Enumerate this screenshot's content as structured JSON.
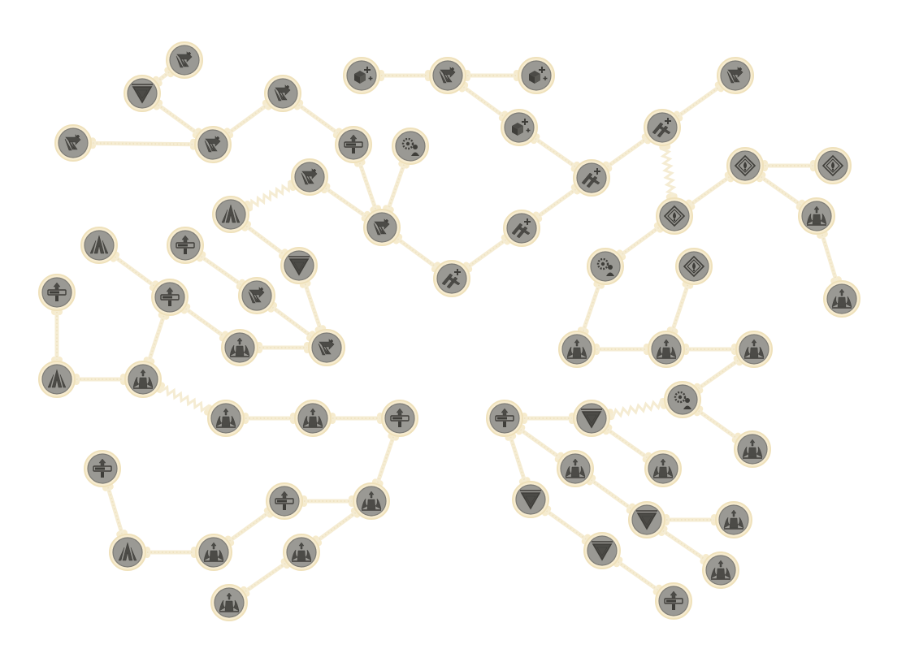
{
  "tree": {
    "colors": {
      "link": "#f5ecd3",
      "node_ring": "#f7ecd0",
      "node_core": "#9a9994",
      "glyph": "#4c4b47"
    },
    "nodes": [
      {
        "id": "n1",
        "icon": "leap-arrow-icon"
      },
      {
        "id": "n2",
        "icon": "triangle-crest-icon"
      },
      {
        "id": "n3",
        "icon": "leap-arrow-icon"
      },
      {
        "id": "n4",
        "icon": "leap-arrow-icon"
      },
      {
        "id": "n5",
        "icon": "leap-arrow-icon"
      },
      {
        "id": "n6",
        "icon": "energy-bar-icon"
      },
      {
        "id": "n7",
        "icon": "leap-arrow-icon"
      },
      {
        "id": "n8",
        "icon": "gear-figure-icon"
      },
      {
        "id": "n9",
        "icon": "leap-arrow-icon"
      },
      {
        "id": "n10",
        "icon": "spire-icon"
      },
      {
        "id": "n11",
        "icon": "triangle-crest-icon"
      },
      {
        "id": "n12",
        "icon": "spire-icon"
      },
      {
        "id": "n13",
        "icon": "energy-bar-icon"
      },
      {
        "id": "n14",
        "icon": "energy-bar-icon"
      },
      {
        "id": "n15",
        "icon": "leap-arrow-icon"
      },
      {
        "id": "n16",
        "icon": "energy-bar-icon"
      },
      {
        "id": "n17",
        "icon": "flame-tower-icon"
      },
      {
        "id": "n18",
        "icon": "leap-arrow-icon"
      },
      {
        "id": "n19",
        "icon": "spire-icon"
      },
      {
        "id": "n20",
        "icon": "flame-tower-icon"
      },
      {
        "id": "n21",
        "icon": "flame-tower-icon"
      },
      {
        "id": "n22",
        "icon": "flame-tower-icon"
      },
      {
        "id": "n23",
        "icon": "energy-bar-icon"
      },
      {
        "id": "n24",
        "icon": "energy-bar-icon"
      },
      {
        "id": "n25",
        "icon": "energy-bar-icon"
      },
      {
        "id": "n26",
        "icon": "flame-tower-icon"
      },
      {
        "id": "n27",
        "icon": "spire-icon"
      },
      {
        "id": "n28",
        "icon": "flame-tower-icon"
      },
      {
        "id": "n29",
        "icon": "flame-tower-icon"
      },
      {
        "id": "n30",
        "icon": "flame-tower-icon"
      },
      {
        "id": "n31",
        "icon": "cube-plus-icon"
      },
      {
        "id": "n32",
        "icon": "leap-arrow-icon"
      },
      {
        "id": "n33",
        "icon": "cube-plus-icon"
      },
      {
        "id": "n34",
        "icon": "cube-plus-icon"
      },
      {
        "id": "n35",
        "icon": "runner-plus-icon"
      },
      {
        "id": "n36",
        "icon": "runner-plus-icon"
      },
      {
        "id": "n37",
        "icon": "runner-plus-icon"
      },
      {
        "id": "n38",
        "icon": "runner-plus-icon"
      },
      {
        "id": "n39",
        "icon": "leap-arrow-icon"
      },
      {
        "id": "n40",
        "icon": "diamond-eye-icon"
      },
      {
        "id": "n41",
        "icon": "diamond-eye-icon"
      },
      {
        "id": "n42",
        "icon": "diamond-eye-icon"
      },
      {
        "id": "n43",
        "icon": "flame-tower-icon"
      },
      {
        "id": "n44",
        "icon": "flame-tower-icon"
      },
      {
        "id": "n45",
        "icon": "gear-figure-icon"
      },
      {
        "id": "n46",
        "icon": "diamond-eye-icon"
      },
      {
        "id": "n47",
        "icon": "flame-tower-icon"
      },
      {
        "id": "n48",
        "icon": "flame-tower-icon"
      },
      {
        "id": "n49",
        "icon": "flame-tower-icon"
      },
      {
        "id": "n50",
        "icon": "gear-figure-icon"
      },
      {
        "id": "n51",
        "icon": "energy-bar-icon"
      },
      {
        "id": "n52",
        "icon": "triangle-crest-icon"
      },
      {
        "id": "n53",
        "icon": "flame-tower-icon"
      },
      {
        "id": "n54",
        "icon": "flame-tower-icon"
      },
      {
        "id": "n55",
        "icon": "flame-tower-icon"
      },
      {
        "id": "n56",
        "icon": "triangle-crest-icon"
      },
      {
        "id": "n57",
        "icon": "triangle-crest-icon"
      },
      {
        "id": "n58",
        "icon": "flame-tower-icon"
      },
      {
        "id": "n59",
        "icon": "flame-tower-icon"
      },
      {
        "id": "n60",
        "icon": "triangle-crest-icon"
      },
      {
        "id": "n61",
        "icon": "energy-bar-icon"
      }
    ],
    "links": [
      {
        "from": "n1",
        "to": "n2",
        "style": "dotted"
      },
      {
        "from": "n2",
        "to": "n4",
        "style": "dotted"
      },
      {
        "from": "n3",
        "to": "n4",
        "style": "dotted"
      },
      {
        "from": "n4",
        "to": "n5",
        "style": "dotted"
      },
      {
        "from": "n5",
        "to": "n6",
        "style": "dotted"
      },
      {
        "from": "n6",
        "to": "n7",
        "style": "dotted"
      },
      {
        "from": "n8",
        "to": "n7",
        "style": "dotted"
      },
      {
        "from": "n9",
        "to": "n7",
        "style": "dotted"
      },
      {
        "from": "n10",
        "to": "n9",
        "style": "wavy"
      },
      {
        "from": "n10",
        "to": "n11",
        "style": "dotted"
      },
      {
        "from": "n11",
        "to": "n18",
        "style": "dotted"
      },
      {
        "from": "n7",
        "to": "n38",
        "style": "dotted"
      },
      {
        "from": "n12",
        "to": "n13",
        "style": "dotted"
      },
      {
        "from": "n14",
        "to": "n15",
        "style": "dotted"
      },
      {
        "from": "n15",
        "to": "n18",
        "style": "dotted"
      },
      {
        "from": "n13",
        "to": "n17",
        "style": "dotted"
      },
      {
        "from": "n17",
        "to": "n18",
        "style": "dotted"
      },
      {
        "from": "n13",
        "to": "n20",
        "style": "dotted"
      },
      {
        "from": "n16",
        "to": "n19",
        "style": "dotted"
      },
      {
        "from": "n19",
        "to": "n20",
        "style": "dotted"
      },
      {
        "from": "n20",
        "to": "n21",
        "style": "wavy"
      },
      {
        "from": "n21",
        "to": "n22",
        "style": "dotted"
      },
      {
        "from": "n22",
        "to": "n23",
        "style": "dotted"
      },
      {
        "from": "n23",
        "to": "n26",
        "style": "dotted"
      },
      {
        "from": "n24",
        "to": "n27",
        "style": "dotted"
      },
      {
        "from": "n27",
        "to": "n28",
        "style": "dotted"
      },
      {
        "from": "n28",
        "to": "n25",
        "style": "dotted"
      },
      {
        "from": "n25",
        "to": "n26",
        "style": "dotted"
      },
      {
        "from": "n26",
        "to": "n29",
        "style": "dotted"
      },
      {
        "from": "n29",
        "to": "n30",
        "style": "dotted"
      },
      {
        "from": "n31",
        "to": "n32",
        "style": "dotted"
      },
      {
        "from": "n32",
        "to": "n33",
        "style": "dotted"
      },
      {
        "from": "n32",
        "to": "n34",
        "style": "dotted"
      },
      {
        "from": "n34",
        "to": "n35",
        "style": "dotted"
      },
      {
        "from": "n35",
        "to": "n36",
        "style": "dotted"
      },
      {
        "from": "n36",
        "to": "n39",
        "style": "dotted"
      },
      {
        "from": "n35",
        "to": "n37",
        "style": "dotted"
      },
      {
        "from": "n37",
        "to": "n38",
        "style": "dotted"
      },
      {
        "from": "n36",
        "to": "n41",
        "style": "wavy"
      },
      {
        "from": "n40",
        "to": "n42",
        "style": "dotted"
      },
      {
        "from": "n40",
        "to": "n43",
        "style": "dotted"
      },
      {
        "from": "n43",
        "to": "n44",
        "style": "dotted"
      },
      {
        "from": "n40",
        "to": "n41",
        "style": "dotted"
      },
      {
        "from": "n41",
        "to": "n45",
        "style": "dotted"
      },
      {
        "from": "n45",
        "to": "n47",
        "style": "dotted"
      },
      {
        "from": "n46",
        "to": "n48",
        "style": "dotted"
      },
      {
        "from": "n47",
        "to": "n48",
        "style": "dotted"
      },
      {
        "from": "n48",
        "to": "n49",
        "style": "dotted"
      },
      {
        "from": "n49",
        "to": "n50",
        "style": "dotted"
      },
      {
        "from": "n50",
        "to": "n55",
        "style": "dotted"
      },
      {
        "from": "n50",
        "to": "n52",
        "style": "wavy"
      },
      {
        "from": "n51",
        "to": "n52",
        "style": "dotted"
      },
      {
        "from": "n52",
        "to": "n54",
        "style": "dotted"
      },
      {
        "from": "n51",
        "to": "n53",
        "style": "dotted"
      },
      {
        "from": "n51",
        "to": "n56",
        "style": "dotted"
      },
      {
        "from": "n53",
        "to": "n57",
        "style": "dotted"
      },
      {
        "from": "n57",
        "to": "n58",
        "style": "dotted"
      },
      {
        "from": "n57",
        "to": "n59",
        "style": "dotted"
      },
      {
        "from": "n56",
        "to": "n60",
        "style": "dotted"
      },
      {
        "from": "n60",
        "to": "n61",
        "style": "dotted"
      }
    ]
  }
}
